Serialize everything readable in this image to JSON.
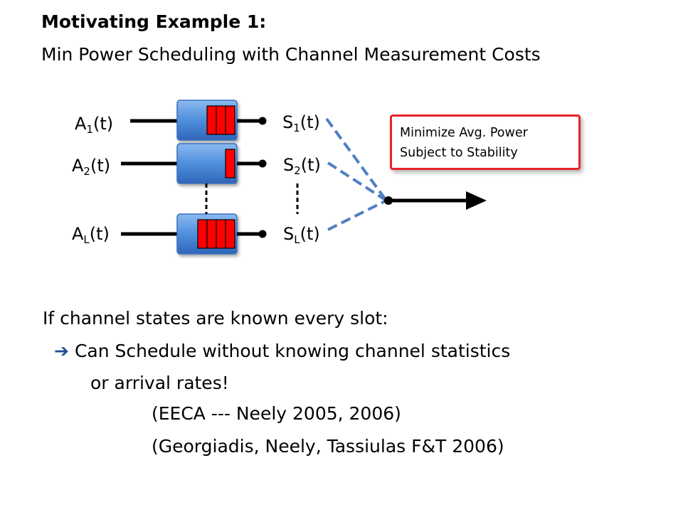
{
  "title": {
    "line1": "Motivating Example 1:",
    "line2": "Min Power Scheduling with Channel Measurement Costs"
  },
  "diagram": {
    "queues": [
      {
        "arrival": {
          "base": "A",
          "sub": "1",
          "suffix": "(t)"
        },
        "channel": {
          "base": "S",
          "sub": "1",
          "suffix": "(t)"
        },
        "packets": 3
      },
      {
        "arrival": {
          "base": "A",
          "sub": "2",
          "suffix": "(t)"
        },
        "channel": {
          "base": "S",
          "sub": "2",
          "suffix": "(t)"
        },
        "packets": 1
      },
      {
        "arrival": {
          "base": "A",
          "sub": "L",
          "suffix": "(t)"
        },
        "channel": {
          "base": "S",
          "sub": "L",
          "suffix": "(t)"
        },
        "packets": 4
      }
    ],
    "objective": {
      "line1": "Minimize Avg. Power",
      "line2": "Subject to Stability"
    }
  },
  "body": {
    "line1": "If channel states are known every slot:",
    "line2_icon": "right-arrow-icon",
    "line2_glyph": "➔",
    "line2": "Can Schedule without knowing channel statistics",
    "line3": "or arrival rates!",
    "line4": "(EECA --- Neely 2005, 2006)",
    "line5": "(Georgiadis, Neely, Tassiulas F&T 2006)"
  },
  "colors": {
    "queue_blue": "#4f8fdc",
    "packet_red": "#ff0000",
    "link_blue": "#4f7fc0",
    "box_border": "#e8232a",
    "arrow_glyph": "#1f4e9a"
  }
}
